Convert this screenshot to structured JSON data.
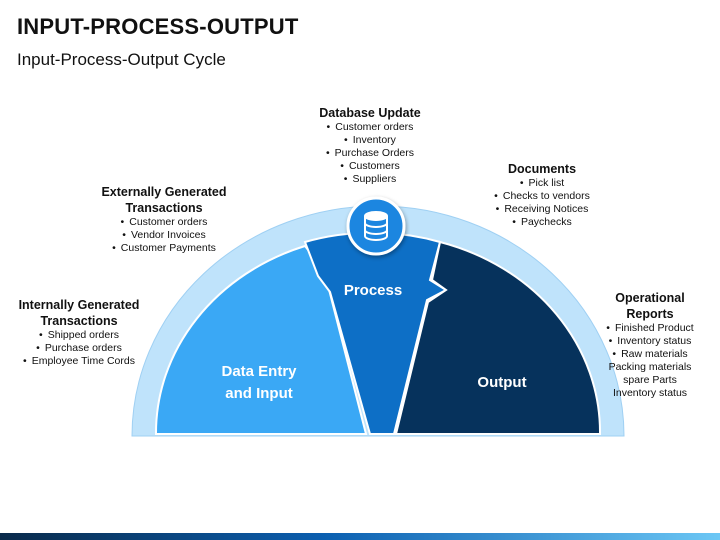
{
  "header": {
    "title": "INPUT-PROCESS-OUTPUT",
    "subtitle": "Input-Process-Output Cycle"
  },
  "segments": {
    "input": "Data Entry and Input",
    "input_line1": "Data Entry",
    "input_line2": "and Input",
    "process": "Process",
    "output": "Output"
  },
  "center_icon": "database-icon",
  "blocks": {
    "internally_generated": {
      "title_line1": "Internally Generated",
      "title_line2": "Transactions",
      "items": [
        "Shipped orders",
        "Purchase orders",
        "Employee Time Cords"
      ]
    },
    "externally_generated": {
      "title_line1": "Externally Generated",
      "title_line2": "Transactions",
      "items": [
        "Customer orders",
        "Vendor Invoices",
        "Customer Payments"
      ]
    },
    "database_update": {
      "title": "Database Update",
      "items": [
        "Customer orders",
        "Inventory",
        "Purchase Orders",
        "Customers",
        "Suppliers"
      ]
    },
    "documents": {
      "title": "Documents",
      "items": [
        "Pick list",
        "Checks to vendors",
        "Receiving Notices",
        "Paychecks"
      ]
    },
    "operational_reports": {
      "title_line1": "Operational",
      "title_line2": "Reports",
      "items": [
        "Finished Product",
        "Inventory status",
        "Raw materials"
      ],
      "extra_lines": [
        "Packing materials",
        "spare Parts",
        "Inventory status"
      ]
    }
  },
  "colors": {
    "outer_ring": "#bfe3fb",
    "input_segment": "#3aa8f5",
    "process_segment": "#0d6fc6",
    "output_segment": "#06325c",
    "icon_circle": "#1b86e0"
  }
}
